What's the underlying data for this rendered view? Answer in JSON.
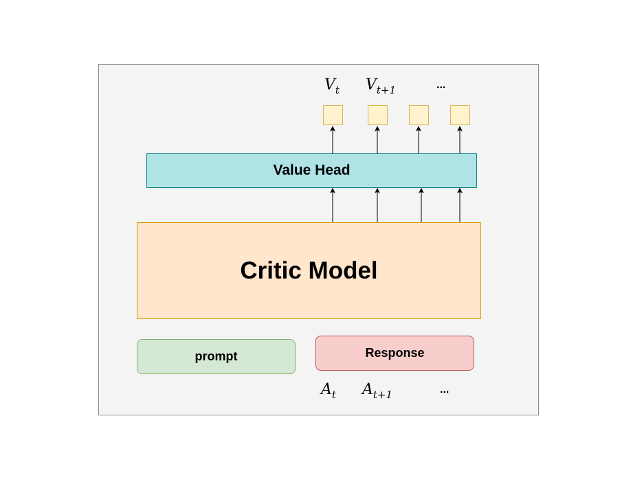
{
  "diagram": {
    "value_head": "Value Head",
    "critic_model": "Critic Model",
    "prompt": "prompt",
    "response": "Response",
    "v_labels": [
      {
        "main": "V",
        "sub": "t"
      },
      {
        "main": "V",
        "sub": "t+1"
      }
    ],
    "v_ellipsis": "...",
    "a_labels": [
      {
        "main": "A",
        "sub": "t"
      },
      {
        "main": "A",
        "sub": "t+1"
      }
    ],
    "a_ellipsis": "...",
    "colors": {
      "value_head_fill": "#b0e3e6",
      "critic_fill": "#ffe6cc",
      "prompt_fill": "#d5e8d4",
      "response_fill": "#f8cecc",
      "value_square_fill": "#fff2cc"
    }
  }
}
